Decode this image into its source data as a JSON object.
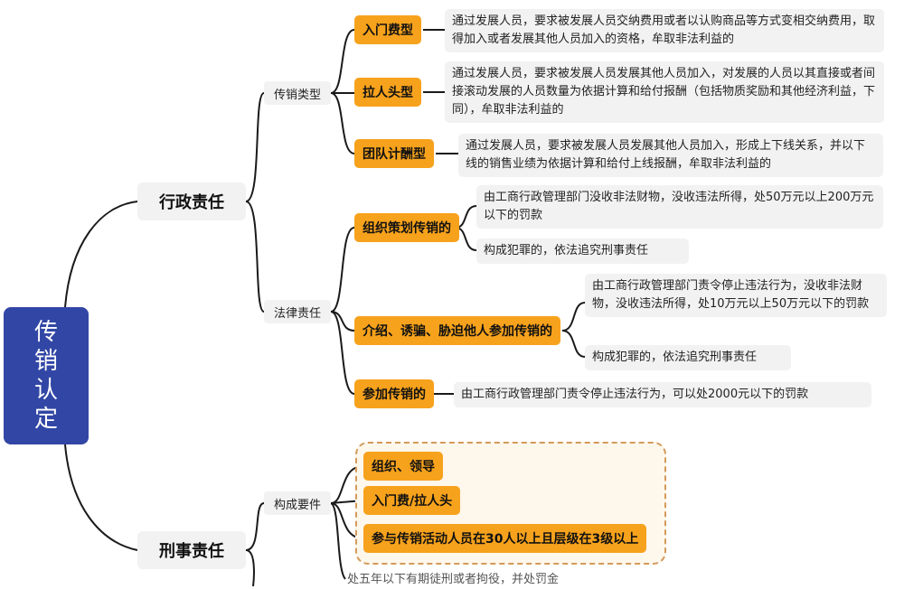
{
  "root": {
    "label": "传销认定",
    "chars": [
      "传",
      "销",
      "认",
      "定"
    ]
  },
  "xingzheng": {
    "label": "行政责任",
    "leixing": {
      "label": "传销类型",
      "items": [
        {
          "tag": "入门费型",
          "desc": "通过发展人员，要求被发展人员交纳费用或者以认购商品等方式变相交纳费用，取得加入或者发展其他人员加入的资格，牟取非法利益的"
        },
        {
          "tag": "拉人头型",
          "desc": "通过发展人员，要求被发展人员发展其他人员加入，对发展的人员以其直接或者间接滚动发展的人员数量为依据计算和给付报酬（包括物质奖励和其他经济利益，下同），牟取非法利益的"
        },
        {
          "tag": "团队计酬型",
          "desc": "通过发展人员，要求被发展人员发展其他人员加入，形成上下线关系，并以下线的销售业绩为依据计算和给付上线报酬，牟取非法利益的"
        }
      ]
    },
    "falv": {
      "label": "法律责任",
      "items": [
        {
          "tag": "组织策划传销的",
          "descs": [
            "由工商行政管理部门没收非法财物，没收违法所得，处50万元以上200万元以下的罚款",
            "构成犯罪的，依法追究刑事责任"
          ]
        },
        {
          "tag": "介绍、诱骗、胁迫他人参加传销的",
          "descs": [
            "由工商行政管理部门责令停止违法行为，没收非法财物，没收违法所得，处10万元以上50万元以下的罚款",
            "构成犯罪的，依法追究刑事责任"
          ]
        },
        {
          "tag": "参加传销的",
          "descs": [
            "由工商行政管理部门责令停止违法行为，可以处2000元以下的罚款"
          ]
        }
      ]
    }
  },
  "xingshi": {
    "label": "刑事责任",
    "goucheng": {
      "label": "构成要件",
      "items": [
        "组织、领导",
        "入门费/拉人头",
        "参与传销活动人员在30人以上且层级在3级以上"
      ]
    },
    "cut_text": "处五年以下有期徒刑或者拘役，并处罚金"
  },
  "colors": {
    "root": "#3246a5",
    "tag": "#f7a21c",
    "line": "#1a1a1a"
  }
}
